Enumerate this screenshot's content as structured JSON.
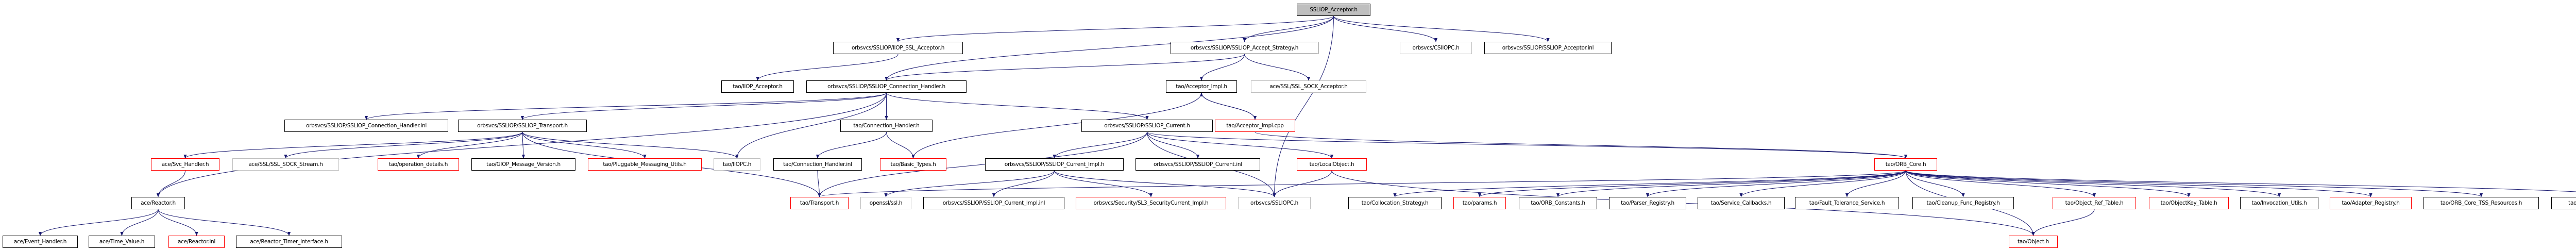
{
  "title": "SSLIOP_Acceptor.h include dependency graph",
  "colors": {
    "edge": "#191970",
    "root_fill": "#bfbfbf",
    "documented_border": "#000000",
    "truncated_border": "#ff0000",
    "undocumented_border": "#bfbfbf"
  },
  "nodes": [
    {
      "id": "root",
      "label": "SSLIOP_Acceptor.h",
      "style": "root"
    },
    {
      "id": "iiop_ssl_acc",
      "label": "orbsvcs/SSLIOP/IIOP_SSL_Acceptor.h",
      "style": "normal"
    },
    {
      "id": "accept_strat",
      "label": "orbsvcs/SSLIOP/SSLIOP_Accept_Strategy.h",
      "style": "normal"
    },
    {
      "id": "csiiopc",
      "label": "orbsvcs/CSIIOPC.h",
      "style": "gray"
    },
    {
      "id": "acc_inl",
      "label": "orbsvcs/SSLIOP/SSLIOP_Acceptor.inl",
      "style": "normal"
    },
    {
      "id": "iiop_acc",
      "label": "tao/IIOP_Acceptor.h",
      "style": "normal"
    },
    {
      "id": "ssliop_ch",
      "label": "orbsvcs/SSLIOP/SSLIOP_Connection_Handler.h",
      "style": "normal"
    },
    {
      "id": "acc_impl_h",
      "label": "tao/Acceptor_Impl.h",
      "style": "normal"
    },
    {
      "id": "ssl_sock_acc",
      "label": "ace/SSL/SSL_SOCK_Acceptor.h",
      "style": "gray"
    },
    {
      "id": "ssliop_ch_inl",
      "label": "orbsvcs/SSLIOP/SSLIOP_Connection_Handler.inl",
      "style": "normal"
    },
    {
      "id": "ssliop_tr",
      "label": "orbsvcs/SSLIOP/SSLIOP_Transport.h",
      "style": "normal"
    },
    {
      "id": "tao_ch",
      "label": "tao/Connection_Handler.h",
      "style": "normal"
    },
    {
      "id": "ssliop_cur",
      "label": "orbsvcs/SSLIOP/SSLIOP_Current.h",
      "style": "normal"
    },
    {
      "id": "acc_impl_cpp",
      "label": "tao/Acceptor_Impl.cpp",
      "style": "red"
    },
    {
      "id": "svc_handler",
      "label": "ace/Svc_Handler.h",
      "style": "red"
    },
    {
      "id": "ssl_sock_stream",
      "label": "ace/SSL/SSL_SOCK_Stream.h",
      "style": "gray"
    },
    {
      "id": "op_details",
      "label": "tao/operation_details.h",
      "style": "red"
    },
    {
      "id": "giop_ver",
      "label": "tao/GIOP_Message_Version.h",
      "style": "normal"
    },
    {
      "id": "pm_utils",
      "label": "tao/Pluggable_Messaging_Utils.h",
      "style": "red"
    },
    {
      "id": "iiopc",
      "label": "tao/IIOPC.h",
      "style": "gray"
    },
    {
      "id": "tao_ch_inl",
      "label": "tao/Connection_Handler.inl",
      "style": "normal"
    },
    {
      "id": "basic_types",
      "label": "tao/Basic_Types.h",
      "style": "red"
    },
    {
      "id": "cur_impl",
      "label": "orbsvcs/SSLIOP/SSLIOP_Current_Impl.h",
      "style": "normal"
    },
    {
      "id": "cur_inl",
      "label": "orbsvcs/SSLIOP/SSLIOP_Current.inl",
      "style": "normal"
    },
    {
      "id": "localobj",
      "label": "tao/LocalObject.h",
      "style": "red"
    },
    {
      "id": "orb_core",
      "label": "tao/ORB_Core.h",
      "style": "red"
    },
    {
      "id": "reactor",
      "label": "ace/Reactor.h",
      "style": "normal"
    },
    {
      "id": "transport",
      "label": "tao/Transport.h",
      "style": "red"
    },
    {
      "id": "openssl",
      "label": "openssl/ssl.h",
      "style": "gray"
    },
    {
      "id": "cur_impl_inl",
      "label": "orbsvcs/SSLIOP/SSLIOP_Current_Impl.inl",
      "style": "normal"
    },
    {
      "id": "sl3",
      "label": "orbsvcs/Security/SL3_SecurityCurrent_Impl.h",
      "style": "red"
    },
    {
      "id": "ssliopc",
      "label": "orbsvcs/SSLIOPC.h",
      "style": "gray"
    },
    {
      "id": "coll_strat",
      "label": "tao/Collocation_Strategy.h",
      "style": "normal"
    },
    {
      "id": "params",
      "label": "tao/params.h",
      "style": "red"
    },
    {
      "id": "orb_const",
      "label": "tao/ORB_Constants.h",
      "style": "normal"
    },
    {
      "id": "parser_reg",
      "label": "tao/Parser_Registry.h",
      "style": "normal"
    },
    {
      "id": "svc_cb",
      "label": "tao/Service_Callbacks.h",
      "style": "normal"
    },
    {
      "id": "ft_svc",
      "label": "tao/Fault_Tolerance_Service.h",
      "style": "normal"
    },
    {
      "id": "cleanup",
      "label": "tao/Cleanup_Func_Registry.h",
      "style": "normal"
    },
    {
      "id": "obj_ref_tbl",
      "label": "tao/Object_Ref_Table.h",
      "style": "red"
    },
    {
      "id": "objkey_tbl",
      "label": "tao/ObjectKey_Table.h",
      "style": "red"
    },
    {
      "id": "inv_utils",
      "label": "tao/Invocation_Utils.h",
      "style": "normal"
    },
    {
      "id": "adapter_reg",
      "label": "tao/Adapter_Registry.h",
      "style": "red"
    },
    {
      "id": "tss_res",
      "label": "tao/ORB_Core_TSS_Resources.h",
      "style": "normal"
    },
    {
      "id": "sch_reg",
      "label": "tao/Service_Context_Handler_Registry.h",
      "style": "normal"
    },
    {
      "id": "event_handler",
      "label": "ace/Event_Handler.h",
      "style": "normal"
    },
    {
      "id": "time_value",
      "label": "ace/Time_Value.h",
      "style": "normal"
    },
    {
      "id": "reactor_inl",
      "label": "ace/Reactor.inl",
      "style": "red"
    },
    {
      "id": "reactor_timer",
      "label": "ace/Reactor_Timer_Interface.h",
      "style": "normal"
    },
    {
      "id": "tao_object",
      "label": "tao/Object.h",
      "style": "red"
    }
  ],
  "edges": [
    [
      "root",
      "iiop_ssl_acc"
    ],
    [
      "root",
      "ssliop_ch"
    ],
    [
      "root",
      "accept_strat"
    ],
    [
      "root",
      "ssliopc"
    ],
    [
      "root",
      "csiiopc"
    ],
    [
      "root",
      "acc_inl"
    ],
    [
      "iiop_ssl_acc",
      "iiop_acc"
    ],
    [
      "accept_strat",
      "ssliop_ch"
    ],
    [
      "accept_strat",
      "acc_impl_h"
    ],
    [
      "accept_strat",
      "ssl_sock_acc"
    ],
    [
      "ssliop_ch",
      "ssliop_ch_inl"
    ],
    [
      "ssliop_ch",
      "ssliop_tr"
    ],
    [
      "ssliop_ch",
      "tao_ch"
    ],
    [
      "ssliop_ch",
      "ssliop_cur"
    ],
    [
      "ssliop_ch",
      "iiopc"
    ],
    [
      "ssliop_ch",
      "reactor"
    ],
    [
      "acc_impl_h",
      "acc_impl_cpp"
    ],
    [
      "acc_impl_cpp",
      "acc_impl_h"
    ],
    [
      "acc_impl_h",
      "basic_types"
    ],
    [
      "acc_impl_cpp",
      "orb_core"
    ],
    [
      "ssliop_tr",
      "svc_handler"
    ],
    [
      "ssliop_tr",
      "ssl_sock_stream"
    ],
    [
      "ssliop_tr",
      "op_details"
    ],
    [
      "ssliop_tr",
      "giop_ver"
    ],
    [
      "ssliop_tr",
      "pm_utils"
    ],
    [
      "ssliop_tr",
      "iiopc"
    ],
    [
      "ssliop_tr",
      "transport"
    ],
    [
      "tao_ch",
      "tao_ch_inl"
    ],
    [
      "tao_ch",
      "basic_types"
    ],
    [
      "tao_ch_inl",
      "transport"
    ],
    [
      "ssliop_cur",
      "cur_impl"
    ],
    [
      "ssliop_cur",
      "cur_inl"
    ],
    [
      "ssliop_cur",
      "localobj"
    ],
    [
      "ssliop_cur",
      "orb_core"
    ],
    [
      "ssliop_cur",
      "transport"
    ],
    [
      "ssliop_cur",
      "ssliopc"
    ],
    [
      "svc_handler",
      "reactor"
    ],
    [
      "cur_impl",
      "openssl"
    ],
    [
      "cur_impl",
      "cur_impl_inl"
    ],
    [
      "cur_impl",
      "sl3"
    ],
    [
      "cur_impl",
      "ssliopc"
    ],
    [
      "localobj",
      "ssliopc"
    ],
    [
      "localobj",
      "tao_object"
    ],
    [
      "orb_core",
      "coll_strat"
    ],
    [
      "orb_core",
      "params"
    ],
    [
      "orb_core",
      "orb_const"
    ],
    [
      "orb_core",
      "parser_reg"
    ],
    [
      "orb_core",
      "svc_cb"
    ],
    [
      "orb_core",
      "ft_svc"
    ],
    [
      "orb_core",
      "cleanup"
    ],
    [
      "orb_core",
      "obj_ref_tbl"
    ],
    [
      "orb_core",
      "objkey_tbl"
    ],
    [
      "orb_core",
      "inv_utils"
    ],
    [
      "orb_core",
      "adapter_reg"
    ],
    [
      "orb_core",
      "tss_res"
    ],
    [
      "orb_core",
      "sch_reg"
    ],
    [
      "orb_core",
      "tao_object"
    ],
    [
      "orb_core",
      "transport"
    ],
    [
      "obj_ref_tbl",
      "tao_object"
    ],
    [
      "reactor",
      "event_handler"
    ],
    [
      "reactor",
      "time_value"
    ],
    [
      "reactor",
      "reactor_inl"
    ],
    [
      "reactor",
      "reactor_timer"
    ]
  ]
}
